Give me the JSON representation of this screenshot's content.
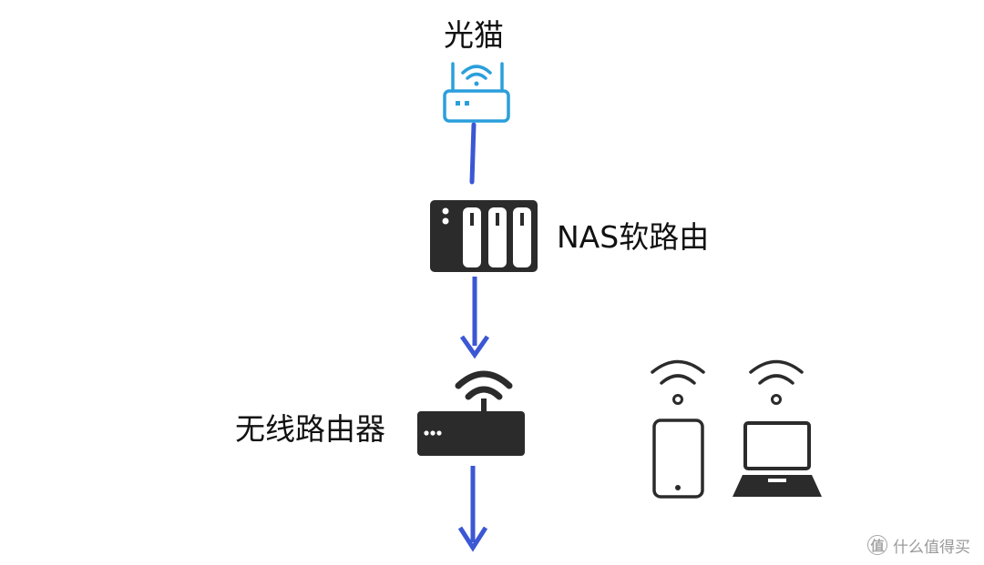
{
  "nodes": {
    "modem": {
      "label": "光猫",
      "icon": "modem-router-icon"
    },
    "nas": {
      "label": "NAS软路由",
      "icon": "nas-server-icon"
    },
    "wireless_router": {
      "label": "无线路由器",
      "icon": "wireless-router-icon"
    },
    "devices": [
      {
        "icon": "smartphone-icon"
      },
      {
        "icon": "laptop-icon"
      }
    ]
  },
  "watermark": {
    "badge": "值",
    "text": "什么值得买"
  },
  "colors": {
    "connector": "#3b57d4",
    "modem_icon": "#2a9fdc",
    "device_icon": "#2b2b2b",
    "label_text": "#111111"
  }
}
